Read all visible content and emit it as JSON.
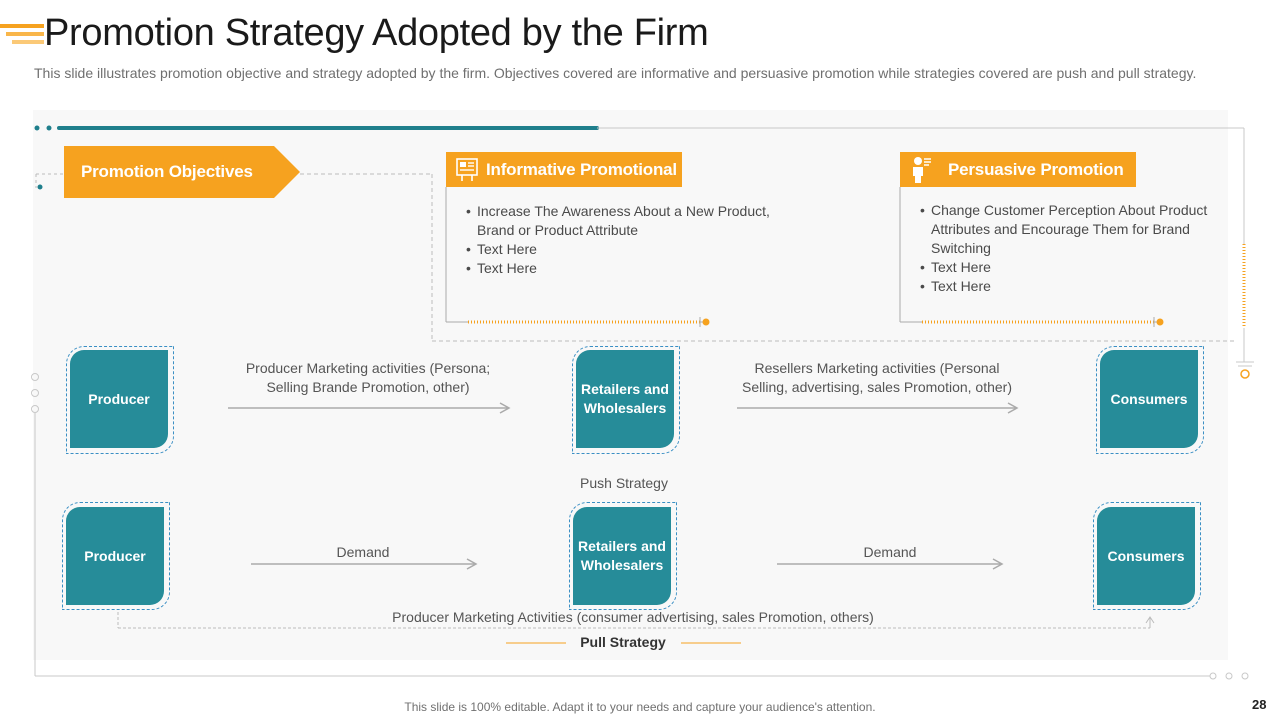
{
  "slide": {
    "title": "Promotion Strategy Adopted by the Firm",
    "subtitle": "This slide illustrates promotion objective and strategy adopted by the firm. Objectives covered are informative and persuasive promotion while strategies covered are push and pull strategy.",
    "footer": "This slide is 100% editable. Adapt it to your needs and capture your audience's attention.",
    "page_number": "28"
  },
  "colors": {
    "accent_orange": "#f6a21f",
    "teal": "#268c99",
    "dashed_blue": "#3a8fc4",
    "progress_teal": "#1f7f8c"
  },
  "objectives": {
    "label": "Promotion Objectives",
    "informative": {
      "title": "Informative Promotional",
      "icon": "billboard-icon",
      "bullets": [
        "Increase The Awareness About a New Product, Brand or Product Attribute",
        "Text Here",
        "Text Here"
      ]
    },
    "persuasive": {
      "title": "Persuasive Promotion",
      "icon": "presenter-icon",
      "bullets": [
        "Change Customer Perception About Product Attributes and Encourage Them for Brand Switching",
        "Text Here",
        "Text Here"
      ]
    }
  },
  "push_strategy": {
    "label": "Push Strategy",
    "nodes": [
      "Producer",
      "Retailers and Wholesalers",
      "Consumers"
    ],
    "flows": [
      "Producer Marketing activities  (Persona; Selling Brande Promotion, other)",
      "Resellers Marketing activities (Personal Selling, advertising, sales Promotion, other)"
    ]
  },
  "pull_strategy": {
    "label": "Pull Strategy",
    "nodes": [
      "Producer",
      "Retailers and Wholesalers",
      "Consumers"
    ],
    "flows": [
      "Demand",
      "Demand"
    ],
    "return_flow": "Producer Marketing Activities  (consumer advertising, sales Promotion, others)"
  }
}
